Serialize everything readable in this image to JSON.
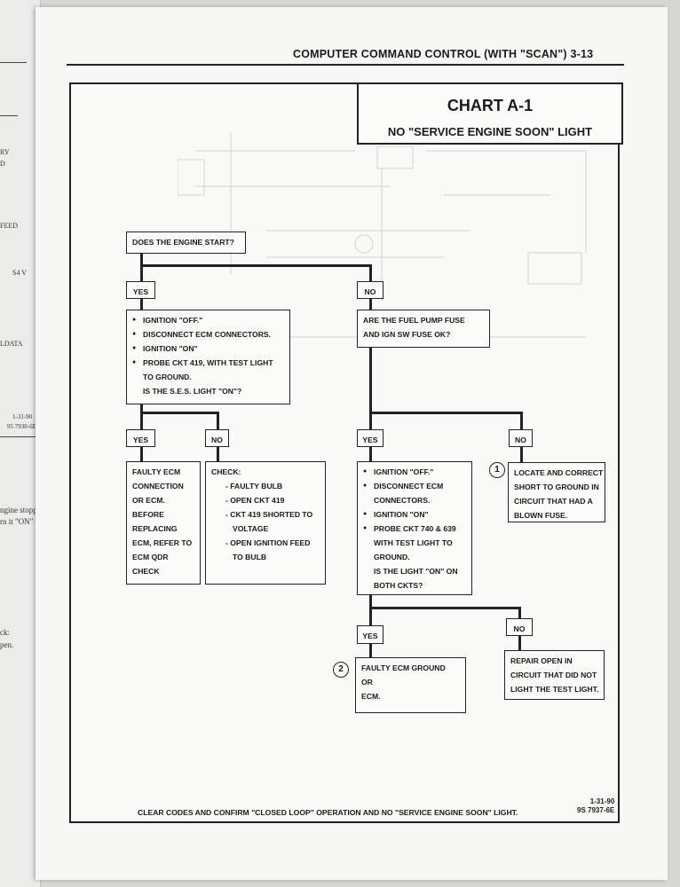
{
  "page": {
    "running_header": "COMPUTER COMMAND CONTROL (WITH \"SCAN\") 3-13",
    "chart_title": "CHART A-1",
    "chart_subtitle": "NO \"SERVICE ENGINE SOON\" LIGHT",
    "footer_note": "CLEAR CODES AND CONFIRM \"CLOSED LOOP\" OPERATION AND NO \"SERVICE ENGINE SOON\" LIGHT.",
    "doc_date": "1-31-90",
    "doc_number": "9S 7937-6E"
  },
  "previous_page_fragments": [
    "RY",
    "D",
    "FEED",
    "S4 V",
    "LDATA",
    "1-31-90",
    "95 7930-6E",
    "ngine stoppe",
    "rn it \"ON\"",
    "ck:",
    "pen."
  ],
  "flowchart": {
    "start": "DOES THE ENGINE START?",
    "labels": {
      "yes": "YES",
      "no": "NO"
    },
    "yes_steps": [
      "IGNITION \"OFF.\"",
      "DISCONNECT ECM CONNECTORS.",
      "IGNITION \"ON\"",
      "PROBE CKT 419, WITH TEST LIGHT"
    ],
    "yes_cont": [
      "TO GROUND.",
      "IS THE S.E.S. LIGHT \"ON\"?"
    ],
    "fuse_question": [
      "ARE THE FUEL PUMP FUSE",
      "AND IGN SW FUSE OK?"
    ],
    "faulty_ecm": [
      "FAULTY ECM",
      "CONNECTION",
      "OR ECM.",
      "BEFORE",
      "REPLACING",
      "ECM, REFER TO",
      "ECM QDR",
      "CHECK"
    ],
    "check_title": "CHECK:",
    "check_items": [
      "- FAULTY BULB",
      "- OPEN CKT 419",
      "- CKT 419 SHORTED TO",
      "VOLTAGE",
      "- OPEN IGNITION FEED",
      "TO BULB"
    ],
    "fuse_yes_steps": [
      "IGNITION \"OFF.\"",
      "DISCONNECT ECM",
      "CONNECTORS.",
      "IGNITION \"ON\"",
      "PROBE CKT 740 & 639"
    ],
    "fuse_yes_cont": [
      "WITH TEST LIGHT TO",
      "GROUND.",
      "IS THE LIGHT \"ON\" ON",
      "BOTH CKTS?"
    ],
    "locate_short": [
      "LOCATE AND CORRECT",
      "SHORT TO GROUND IN",
      "CIRCUIT THAT HAD A",
      "BLOWN FUSE."
    ],
    "faulty_ground": [
      "FAULTY ECM GROUND",
      "OR",
      "ECM."
    ],
    "repair_open": [
      "REPAIR OPEN IN",
      "CIRCUIT THAT DID NOT",
      "LIGHT THE TEST LIGHT."
    ],
    "step_numbers": [
      "1",
      "2"
    ]
  }
}
